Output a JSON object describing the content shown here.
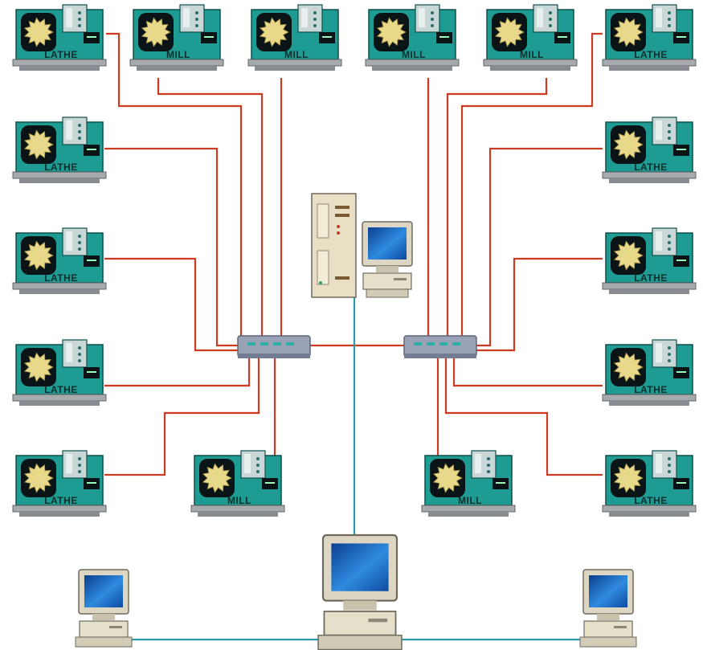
{
  "diagram": {
    "colors": {
      "machine_body": "#1e9b92",
      "machine_dark": "#146a64",
      "machine_base": "#a6aaad",
      "gear": "#e8d98a",
      "red_link": "#cc3a22",
      "blue_link": "#2a9cab",
      "switch_body": "#9aa3b5",
      "server_beige": "#e9dfc4",
      "screen_blue": "#1c66c4"
    },
    "machines": {
      "top": [
        {
          "label": "LATHE"
        },
        {
          "label": "MILL"
        },
        {
          "label": "MILL"
        },
        {
          "label": "MILL"
        },
        {
          "label": "MILL"
        },
        {
          "label": "LATHE"
        }
      ],
      "left": [
        {
          "label": "LATHE"
        },
        {
          "label": "LATHE"
        },
        {
          "label": "LATHE"
        },
        {
          "label": "LATHE"
        }
      ],
      "right": [
        {
          "label": "LATHE"
        },
        {
          "label": "LATHE"
        },
        {
          "label": "LATHE"
        },
        {
          "label": "LATHE"
        }
      ],
      "bottom_inner": [
        {
          "label": "MILL"
        },
        {
          "label": "MILL"
        }
      ]
    },
    "devices": {
      "server": "server-tower",
      "server_monitor": "crt-monitor",
      "switches": [
        "network-switch-left",
        "network-switch-right"
      ],
      "workstations": [
        "workstation-left",
        "workstation-center",
        "workstation-right"
      ]
    }
  }
}
